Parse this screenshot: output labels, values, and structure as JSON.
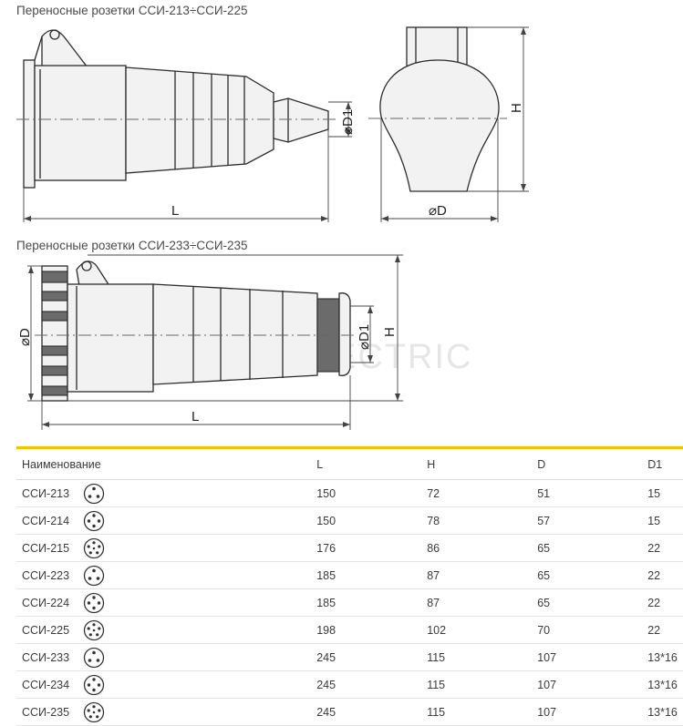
{
  "section1": {
    "title": "Переносные розетки ССИ-213÷ССИ-225"
  },
  "section2": {
    "title": "Переносные розетки ССИ-233÷ССИ-235"
  },
  "drawing1": {
    "dim_L": "L",
    "dim_D1": "⌀D1",
    "dim_H": "H",
    "dim_D": "⌀D"
  },
  "drawing2": {
    "dim_D": "⌀D",
    "dim_L": "L",
    "dim_D1": "⌀D1",
    "dim_H": "H",
    "watermark": "FCS ELECTRIC"
  },
  "table": {
    "headers": {
      "name": "Наименование",
      "L": "L",
      "H": "H",
      "D": "D",
      "D1": "D1"
    },
    "rows": [
      {
        "name": "ССИ-213",
        "pin_icon": "socket-3pin-icon",
        "L": "150",
        "H": "72",
        "D": "51",
        "D1": "15"
      },
      {
        "name": "ССИ-214",
        "pin_icon": "socket-4pin-icon",
        "L": "150",
        "H": "78",
        "D": "57",
        "D1": "15"
      },
      {
        "name": "ССИ-215",
        "pin_icon": "socket-5pin-icon",
        "L": "176",
        "H": "86",
        "D": "65",
        "D1": "22"
      },
      {
        "name": "ССИ-223",
        "pin_icon": "socket-3pin-icon",
        "L": "185",
        "H": "87",
        "D": "65",
        "D1": "22"
      },
      {
        "name": "ССИ-224",
        "pin_icon": "socket-4pin-icon",
        "L": "185",
        "H": "87",
        "D": "65",
        "D1": "22"
      },
      {
        "name": "ССИ-225",
        "pin_icon": "socket-5pin-icon",
        "L": "198",
        "H": "102",
        "D": "70",
        "D1": "22"
      },
      {
        "name": "ССИ-233",
        "pin_icon": "socket-3pin-icon",
        "L": "245",
        "H": "115",
        "D": "107",
        "D1": "13*16"
      },
      {
        "name": "ССИ-234",
        "pin_icon": "socket-4pin-icon",
        "L": "245",
        "H": "115",
        "D": "107",
        "D1": "13*16"
      },
      {
        "name": "ССИ-235",
        "pin_icon": "socket-5pin-icon",
        "L": "245",
        "H": "115",
        "D": "107",
        "D1": "13*16"
      }
    ]
  }
}
